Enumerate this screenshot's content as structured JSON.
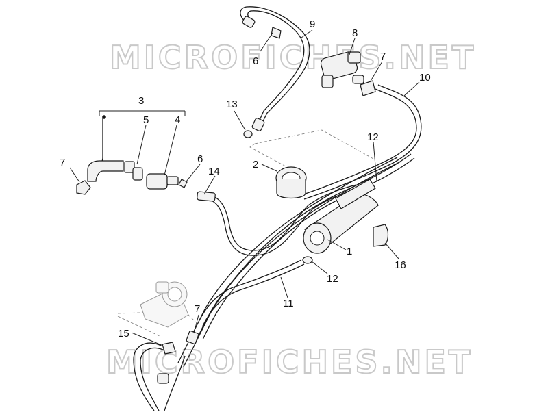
{
  "watermarks": [
    "MICROFICHES.NET",
    "MICROFICHES.NET"
  ],
  "callouts": [
    "9",
    "8",
    "6",
    "7",
    "10",
    "13",
    "3",
    "5",
    "4",
    "12",
    "7",
    "6",
    "14",
    "2",
    "1",
    "16",
    "12",
    "11",
    "7",
    "15"
  ]
}
